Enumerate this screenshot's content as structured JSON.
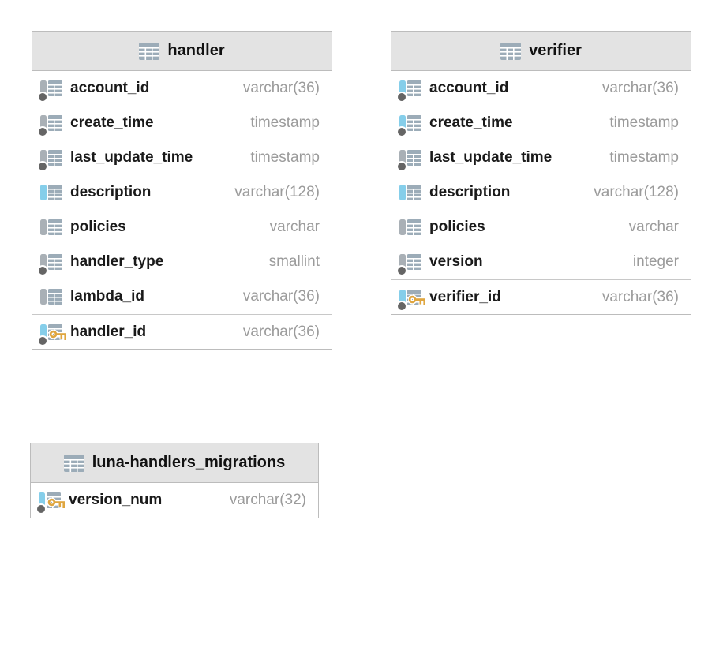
{
  "diagram": {
    "colors": {
      "header_bg": "#E3E3E3",
      "border": "#BCBCBC",
      "pk_sep": "#C8C8C8",
      "bar_gray": "#A9B0B6",
      "bar_cyan": "#85CEEA",
      "icon": "#9CACB8",
      "dot": "#656565",
      "key": "#DFA640",
      "name": "#1A1A1A",
      "type": "#9B9B9B"
    },
    "tables": [
      {
        "title": "handler",
        "title_icon": "table-icon",
        "columns": [
          {
            "name": "account_id",
            "type": "varchar(36)",
            "bar": "gray",
            "dot": true,
            "key": false,
            "pk_section": false
          },
          {
            "name": "create_time",
            "type": "timestamp",
            "bar": "gray",
            "dot": true,
            "key": false,
            "pk_section": false
          },
          {
            "name": "last_update_time",
            "type": "timestamp",
            "bar": "gray",
            "dot": true,
            "key": false,
            "pk_section": false
          },
          {
            "name": "description",
            "type": "varchar(128)",
            "bar": "cyan",
            "dot": false,
            "key": false,
            "pk_section": false
          },
          {
            "name": "policies",
            "type": "varchar",
            "bar": "gray",
            "dot": false,
            "key": false,
            "pk_section": false
          },
          {
            "name": "handler_type",
            "type": "smallint",
            "bar": "gray",
            "dot": true,
            "key": false,
            "pk_section": false
          },
          {
            "name": "lambda_id",
            "type": "varchar(36)",
            "bar": "gray",
            "dot": false,
            "key": false,
            "pk_section": false
          },
          {
            "name": "handler_id",
            "type": "varchar(36)",
            "bar": "cyan",
            "dot": true,
            "key": true,
            "pk_section": true
          }
        ]
      },
      {
        "title": "verifier",
        "title_icon": "table-icon",
        "columns": [
          {
            "name": "account_id",
            "type": "varchar(36)",
            "bar": "cyan",
            "dot": true,
            "key": false,
            "pk_section": false
          },
          {
            "name": "create_time",
            "type": "timestamp",
            "bar": "cyan",
            "dot": true,
            "key": false,
            "pk_section": false
          },
          {
            "name": "last_update_time",
            "type": "timestamp",
            "bar": "gray",
            "dot": true,
            "key": false,
            "pk_section": false
          },
          {
            "name": "description",
            "type": "varchar(128)",
            "bar": "cyan",
            "dot": false,
            "key": false,
            "pk_section": false
          },
          {
            "name": "policies",
            "type": "varchar",
            "bar": "gray",
            "dot": false,
            "key": false,
            "pk_section": false
          },
          {
            "name": "version",
            "type": "integer",
            "bar": "gray",
            "dot": true,
            "key": false,
            "pk_section": false
          },
          {
            "name": "verifier_id",
            "type": "varchar(36)",
            "bar": "cyan",
            "dot": true,
            "key": true,
            "pk_section": true
          }
        ]
      },
      {
        "title": "luna-handlers_migrations",
        "title_icon": "table-icon",
        "columns": [
          {
            "name": "version_num",
            "type": "varchar(32)",
            "bar": "cyan",
            "dot": true,
            "key": true,
            "pk_section": false
          }
        ]
      }
    ]
  }
}
